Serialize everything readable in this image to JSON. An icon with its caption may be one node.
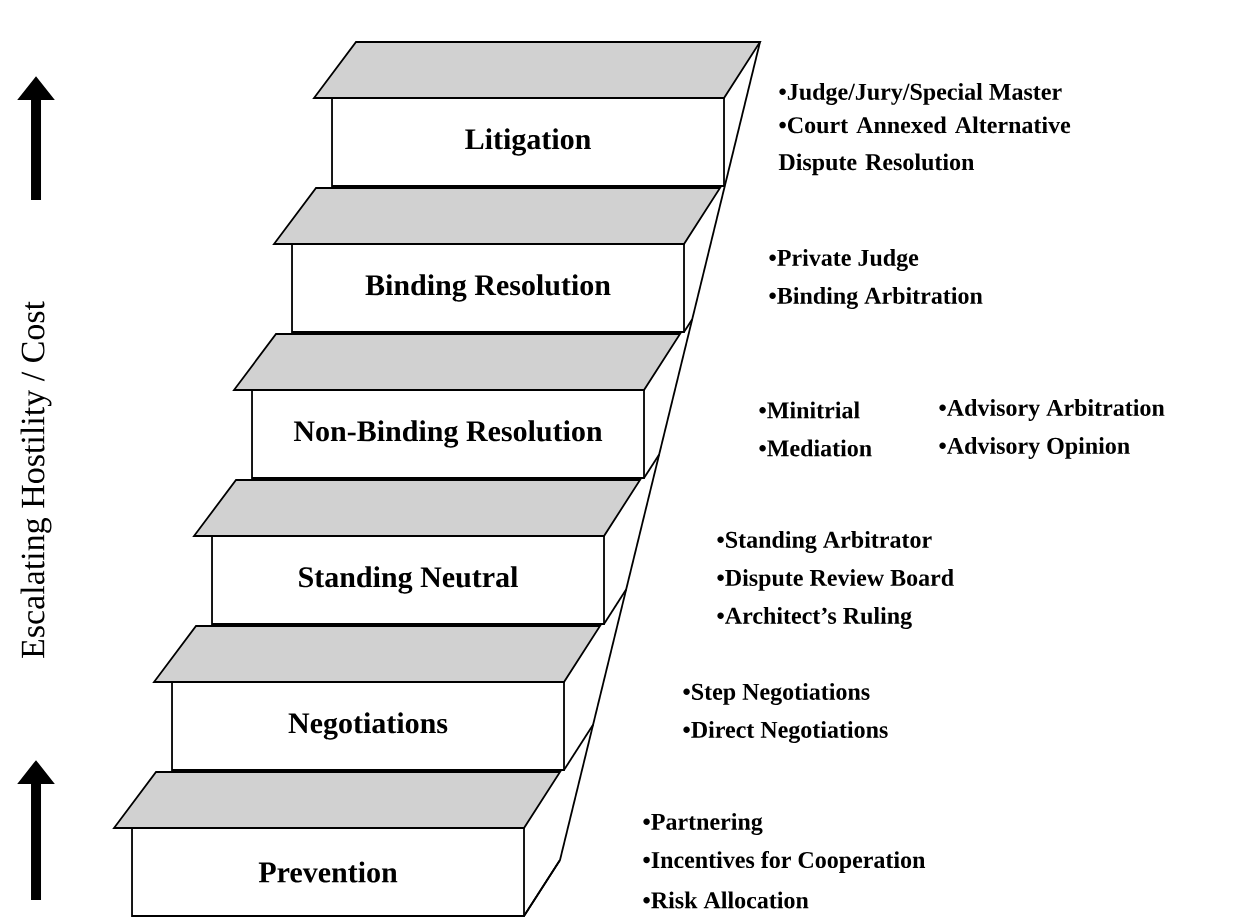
{
  "diagram": {
    "nodes": [
      {
        "text": [
          "Litigation"
        ]
      },
      {
        "text": [
          "Binding Resolution"
        ]
      },
      {
        "text": [
          "Non-Binding Resolution"
        ]
      },
      {
        "text": [
          "Standing Neutral"
        ]
      },
      {
        "text": [
          "Negotiations"
        ]
      },
      {
        "text": [
          "Prevention"
        ]
      }
    ],
    "labels": [
      "Escalating Hostility / Cost",
      "•Judge/Jury/Special Master",
      "•Court Annexed Alternative Dispute Resolution",
      "•Private Judge",
      "•Binding Arbitration",
      "•Minitrial",
      "•Advisory Arbitration",
      "•Mediation",
      "•Advisory Opinion",
      "•Standing Arbitrator",
      "•Dispute Review Board",
      "•Architect’s Ruling",
      "•Step Negotiations",
      "•Direct Negotiations",
      "•Partnering",
      "•Incentives for Cooperation",
      "•Risk Allocation"
    ]
  }
}
